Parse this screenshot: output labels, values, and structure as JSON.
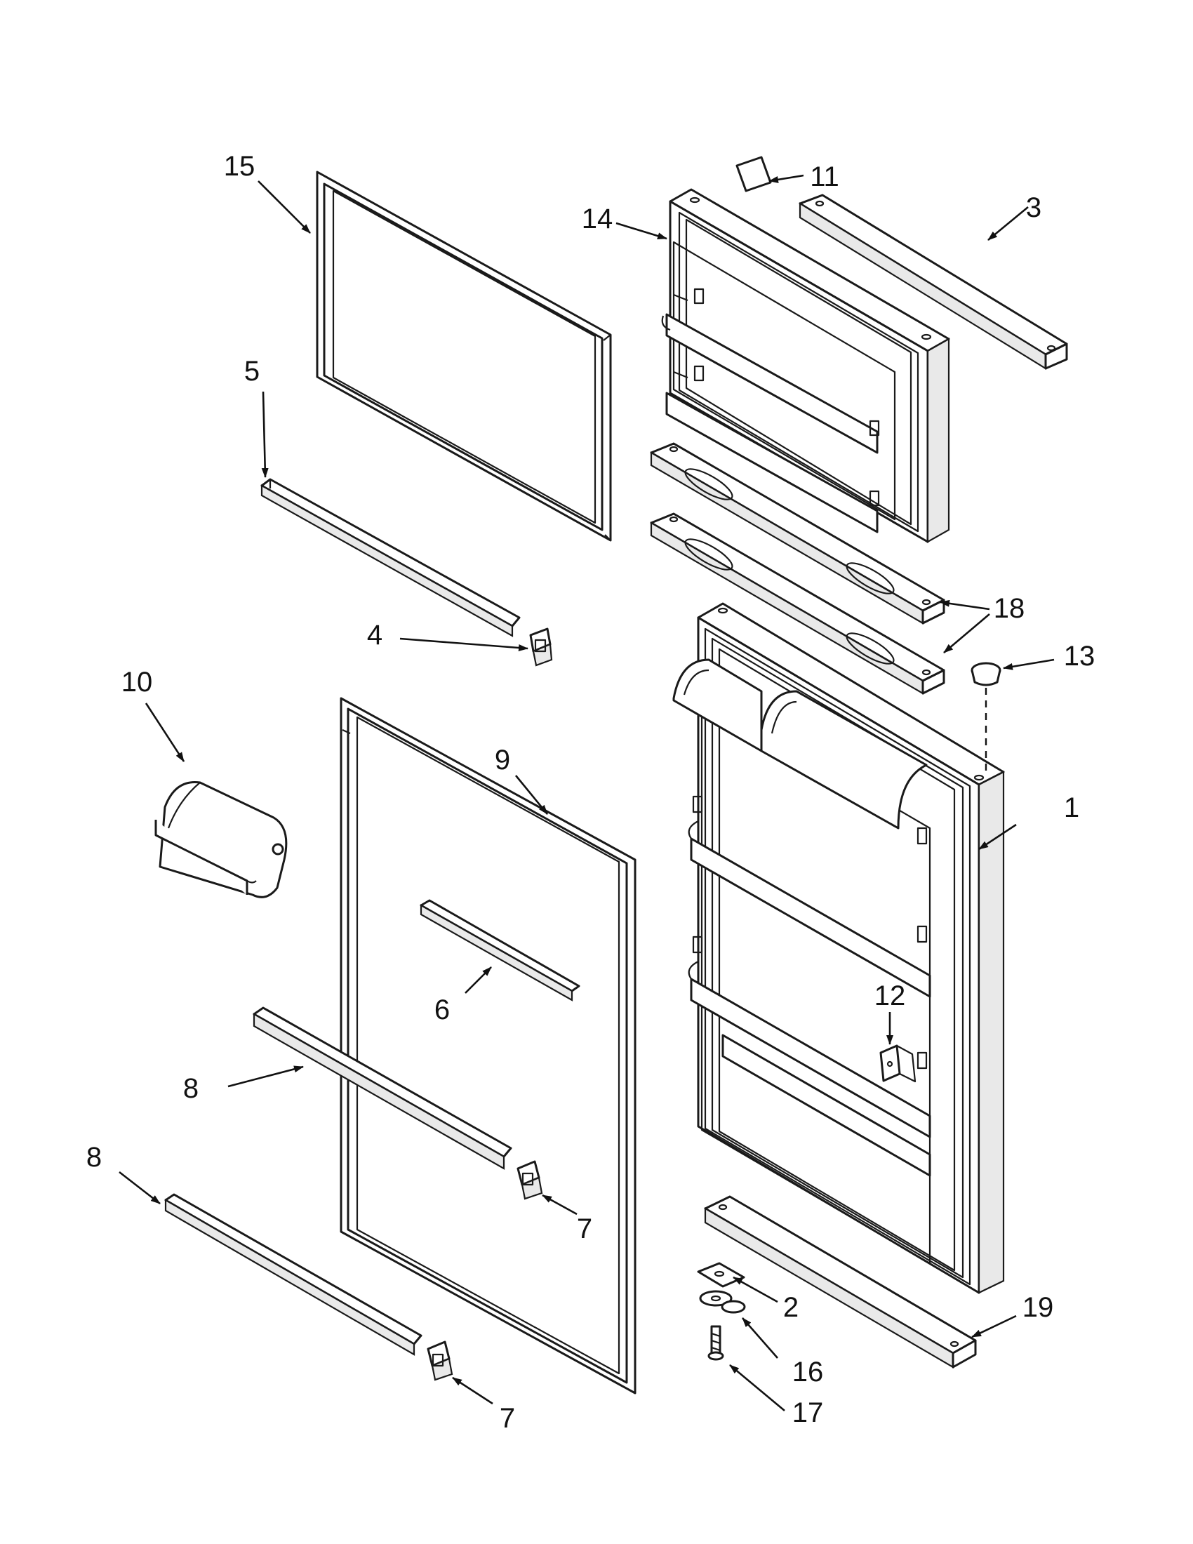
{
  "diagram": {
    "colors": {
      "line": "#1a1a1a",
      "fill": "#ffffff",
      "shade": "#e9e9e9"
    },
    "callouts": [
      {
        "id": "c1",
        "label": "1"
      },
      {
        "id": "c2",
        "label": "2"
      },
      {
        "id": "c3",
        "label": "3"
      },
      {
        "id": "c4",
        "label": "4"
      },
      {
        "id": "c5",
        "label": "5"
      },
      {
        "id": "c6",
        "label": "6"
      },
      {
        "id": "c7a",
        "label": "7"
      },
      {
        "id": "c7b",
        "label": "7"
      },
      {
        "id": "c8a",
        "label": "8"
      },
      {
        "id": "c8b",
        "label": "8"
      },
      {
        "id": "c9",
        "label": "9"
      },
      {
        "id": "c10",
        "label": "10"
      },
      {
        "id": "c11",
        "label": "11"
      },
      {
        "id": "c12",
        "label": "12"
      },
      {
        "id": "c13",
        "label": "13"
      },
      {
        "id": "c14",
        "label": "14"
      },
      {
        "id": "c15",
        "label": "15"
      },
      {
        "id": "c16",
        "label": "16"
      },
      {
        "id": "c17",
        "label": "17"
      },
      {
        "id": "c18",
        "label": "18"
      },
      {
        "id": "c19",
        "label": "19"
      }
    ]
  }
}
